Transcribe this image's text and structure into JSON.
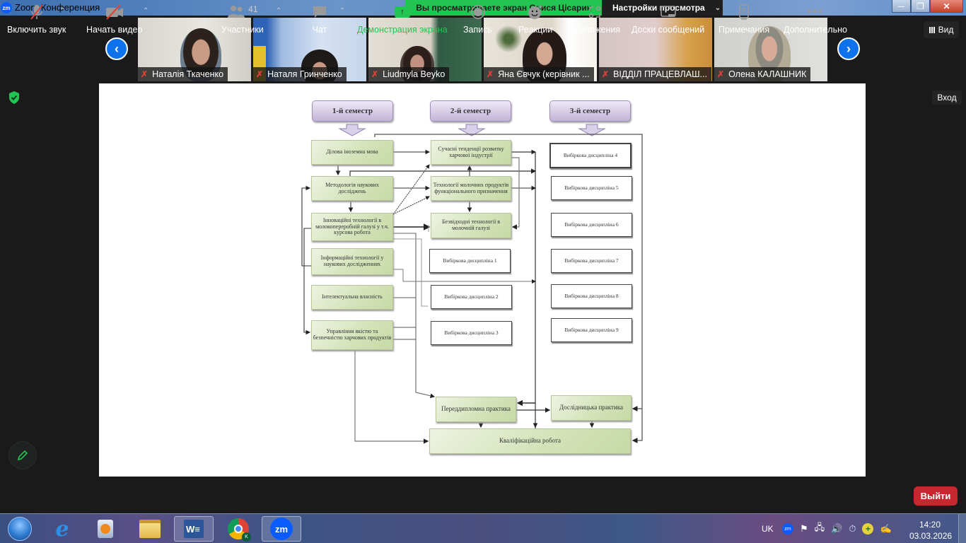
{
  "window": {
    "title": "Zoom Конференция",
    "app_icon": "zm",
    "share_banner": "Вы просматриваете экран Орися Цісарик",
    "view_settings": "Настройки просмотра",
    "controls": {
      "minimize": "minimize-icon",
      "maximize": "maximize-icon",
      "close": "close-icon"
    }
  },
  "gallery": {
    "participants": [
      {
        "name": "Наталія Ткаченко",
        "muted": true
      },
      {
        "name": "Наталя Гринченко",
        "muted": true
      },
      {
        "name": "Liudmyla Beyko",
        "muted": true
      },
      {
        "name": "Яна Євчук (керівник ...",
        "muted": true
      },
      {
        "name": "ВІДДІЛ ПРАЦЕВЛАШ...",
        "muted": true
      },
      {
        "name": "Олена КАЛАШНИК",
        "muted": true
      }
    ],
    "prev_icon": "chevron-left-icon",
    "next_icon": "chevron-right-icon"
  },
  "side": {
    "view_label": "Вид",
    "login_label": "Вход"
  },
  "slide": {
    "semesters": [
      "1-й семестр",
      "2-й семестр",
      "3-й семестр"
    ],
    "col1": [
      "Ділова іноземна мова",
      "Методологія наукових досліджень",
      "Інноваційні технології в молокопереробній галузі у т.ч. курсова робота",
      "Інформаційні технології у наукових дослідженнях",
      "Інтелектуальна власність",
      "Управління якістю та безпечністю харчових продуктів"
    ],
    "col2": [
      "Сучасні тенденції розвитку харчової індустрії",
      "Технології молочних продуктів функціонального призначення",
      "Безвідходні технології в молочній галузі",
      "Вибіркова дисципліна 1",
      "Вибіркова дисципліна 2",
      "Вибіркова дисципліна 3"
    ],
    "col3": [
      "Вибіркова дисципліна 4",
      "Вибіркова дисципліна 5",
      "Вибіркова дисципліна 6",
      "Вибіркова дисципліна 7",
      "Вибіркова дисципліна 8",
      "Вибіркова дисципліна 9"
    ],
    "practice_pre": "Переддипломна практика",
    "practice_research": "Дослідницька практика",
    "qualification": "Кваліфікаційна робота"
  },
  "toolbar": {
    "unmute": "Включить звук",
    "start_video": "Начать видео",
    "participants": "Участники",
    "participants_count": "41",
    "chat": "Чат",
    "share": "Демонстрация экрана",
    "record": "Запись",
    "reactions": "Реакции",
    "apps": "Приложения",
    "whiteboards": "Доски сообщений",
    "notes": "Примечания",
    "more": "Дополнительно",
    "leave": "Выйти"
  },
  "taskbar": {
    "apps": [
      "start-button",
      "internet-explorer",
      "media-player",
      "file-explorer",
      "microsoft-word",
      "google-chrome",
      "zoom"
    ],
    "language": "UK",
    "time": "14:20",
    "date": "03.03.2026"
  },
  "colors": {
    "accent_green": "#23c552",
    "leave_red": "#c5282f",
    "nav_blue": "#0e72ed"
  }
}
